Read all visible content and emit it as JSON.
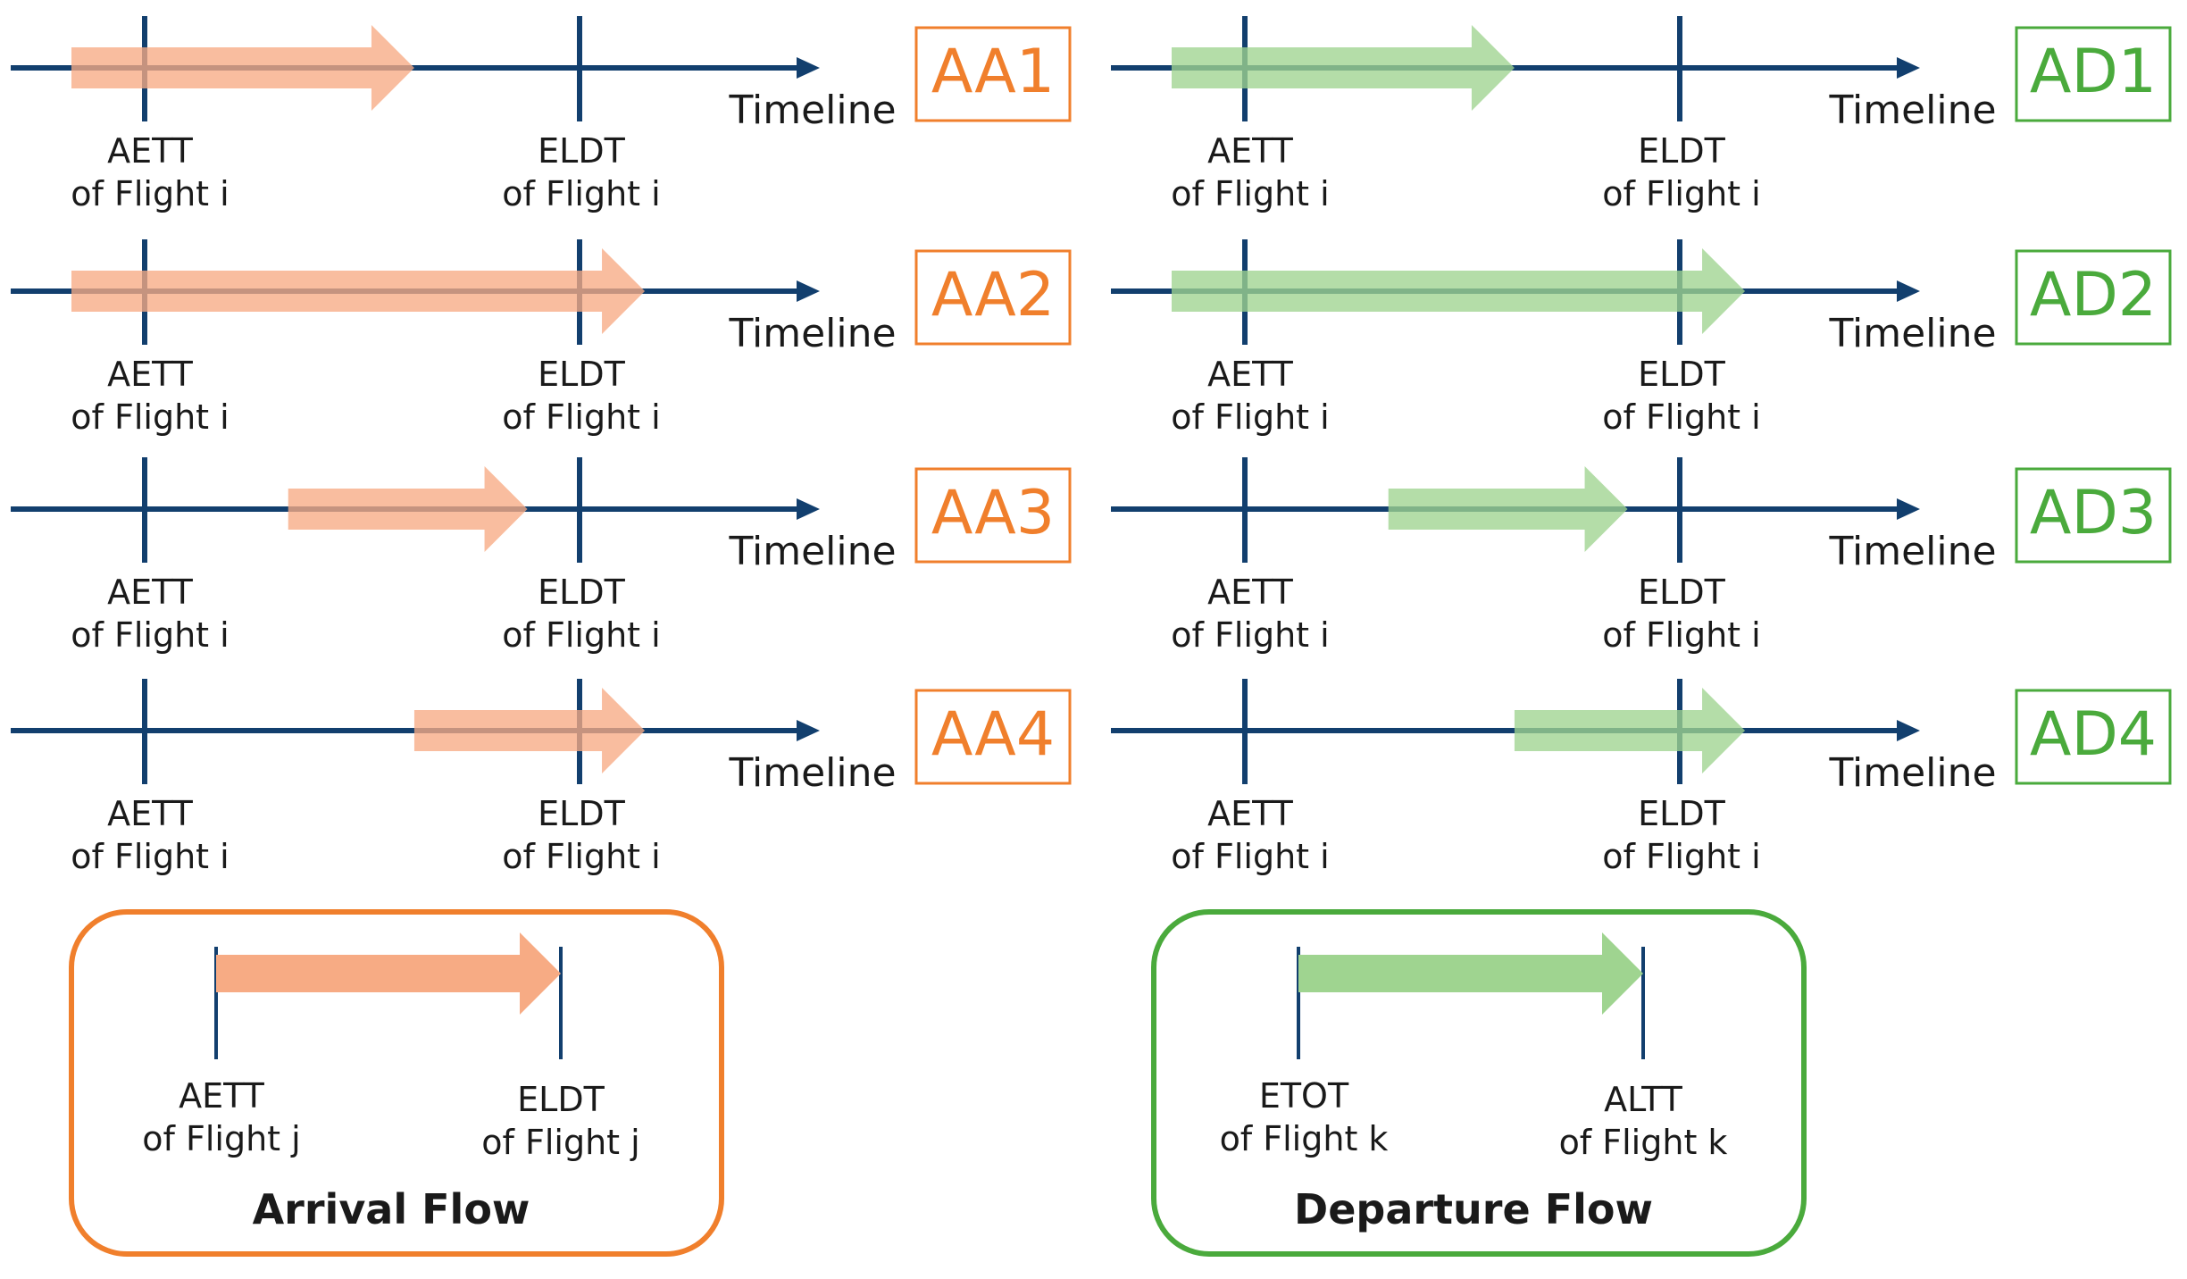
{
  "colors": {
    "axis": "#123f6e",
    "arrival_fill": "#f7ab84",
    "arrival_accent": "#f07f2c",
    "departure_fill": "#9fd490",
    "departure_accent": "#4aaa3c",
    "text": "#1a1a1a"
  },
  "timeline_label": "Timeline",
  "tick_label_line2": "of Flight i",
  "arrival_scenarios": [
    {
      "tag": "AA1",
      "tick1": "AETT",
      "tick2": "ELDT",
      "bar_start": 0.0,
      "bar_end": 0.62
    },
    {
      "tag": "AA2",
      "tick1": "AETT",
      "tick2": "ELDT",
      "bar_start": 0.0,
      "bar_end": 1.15
    },
    {
      "tag": "AA3",
      "tick1": "AETT",
      "tick2": "ELDT",
      "bar_start": 0.33,
      "bar_end": 0.88
    },
    {
      "tag": "AA4",
      "tick1": "AETT",
      "tick2": "ELDT",
      "bar_start": 0.62,
      "bar_end": 1.15
    }
  ],
  "departure_scenarios": [
    {
      "tag": "AD1",
      "tick1": "AETT",
      "tick2": "ELDT",
      "bar_start": 0.0,
      "bar_end": 0.62
    },
    {
      "tag": "AD2",
      "tick1": "AETT",
      "tick2": "ELDT",
      "bar_start": 0.0,
      "bar_end": 1.15
    },
    {
      "tag": "AD3",
      "tick1": "AETT",
      "tick2": "ELDT",
      "bar_start": 0.33,
      "bar_end": 0.88
    },
    {
      "tag": "AD4",
      "tick1": "AETT",
      "tick2": "ELDT",
      "bar_start": 0.62,
      "bar_end": 1.15
    }
  ],
  "arrival_flow": {
    "title": "Arrival Flow",
    "start_label": "AETT",
    "start_sub": "of Flight j",
    "end_label": "ELDT",
    "end_sub": "of Flight j"
  },
  "departure_flow": {
    "title": "Departure Flow",
    "start_label": "ETOT",
    "start_sub": "of Flight k",
    "end_label": "ALTT",
    "end_sub": "of Flight k"
  }
}
